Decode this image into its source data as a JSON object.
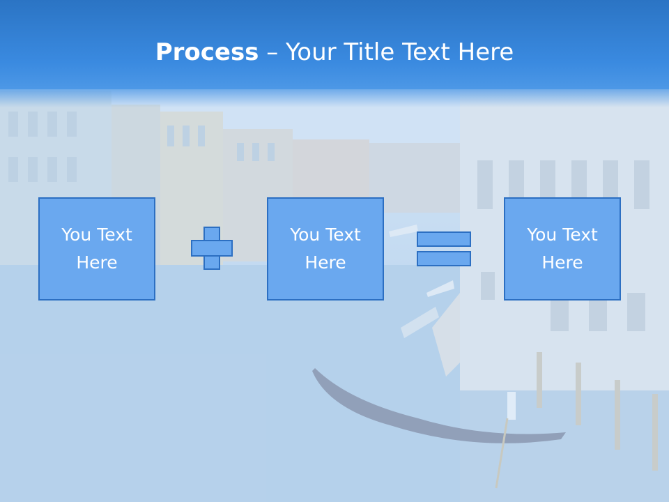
{
  "title": {
    "bold": "Process",
    "rest": " – Your Title Text Here"
  },
  "boxes": [
    {
      "text": "You Text Here"
    },
    {
      "text": "You Text Here"
    },
    {
      "text": "You Text Here"
    }
  ],
  "operators": [
    "plus",
    "equals"
  ],
  "colors": {
    "title_bar": "#3a8ae0",
    "box_fill": "#6aa8ef",
    "box_border": "#2c6fc2",
    "text": "#ffffff"
  }
}
